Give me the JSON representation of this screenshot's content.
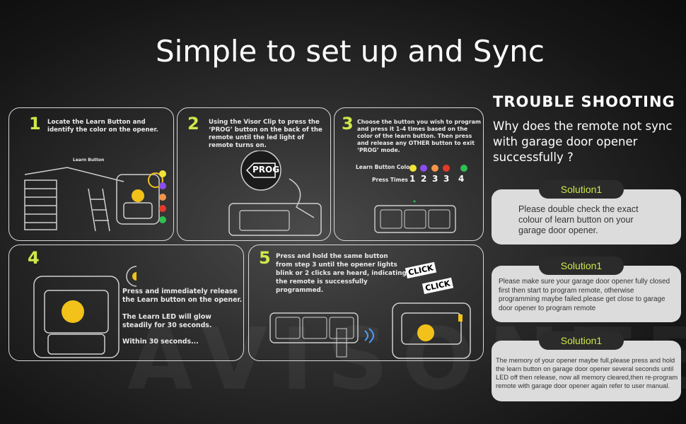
{
  "title": "Simple to set up and Sync",
  "brand": "AVISONTEK",
  "steps": [
    {
      "num": "1",
      "text": "Locate the Learn Button and identify the color on the opener.",
      "learn_button_label": "Learn Button"
    },
    {
      "num": "2",
      "text": "Using the Visor Clip to press the ‘PROG’  button on the back of the remote until the led light of remote turns on.",
      "prog_label": "PROG"
    },
    {
      "num": "3",
      "text": "Choose the button you wish to program and press it 1-4 times based on the color of the learn button. Then press and release any OTHER button to exit ‘PROG’ mode.",
      "learn_button_color_label": "Learn Button Color",
      "press_times_label": "Press Times",
      "press_times": [
        "1",
        "2",
        "3",
        "3",
        "4"
      ]
    },
    {
      "num": "4",
      "lines": [
        "Press and immediately release the Learn button on the opener.",
        "The Learn LED will glow steadily for 30 seconds.",
        "Within 30 seconds..."
      ]
    },
    {
      "num": "5",
      "text": "Press and hold the same button from step 3 until the opener lights blink or 2 clicks are heard, indicating the remote is successfully programmed.",
      "click_words": [
        "CLICK",
        "CLICK"
      ]
    }
  ],
  "troubleshooting": {
    "title": "TROUBLE SHOOTING",
    "question": "Why does the remote not sync with garage door opener successfully ?",
    "solutions": [
      {
        "label": "Solution1",
        "text": "Please double check the exact colour of learn button on your garage door opener."
      },
      {
        "label": "Solution1",
        "text": "Please make sure your garage door opener fully closed first then start to program remote, otherwise programming maybe failed.please get close to garage door opener to program remote"
      },
      {
        "label": "Solution1",
        "text": "The memory of your opener maybe full,please press and hold the learn button on garage door opener several seconds until LED off then release, now all memory cleared,then re-program remote with garage door opener again refer to user manual."
      }
    ]
  },
  "colors": {
    "accent": "#cfe84a",
    "led_colors": [
      "#f2e23a",
      "#8c4df0",
      "#f29449",
      "#e33a2a",
      "#2fbf52"
    ]
  },
  "icons": [
    "garage-door-icon",
    "ladder-icon",
    "opener-icon",
    "remote-icon",
    "visor-clip-icon",
    "hand-icon",
    "signal-icon",
    "bulb-icon"
  ]
}
